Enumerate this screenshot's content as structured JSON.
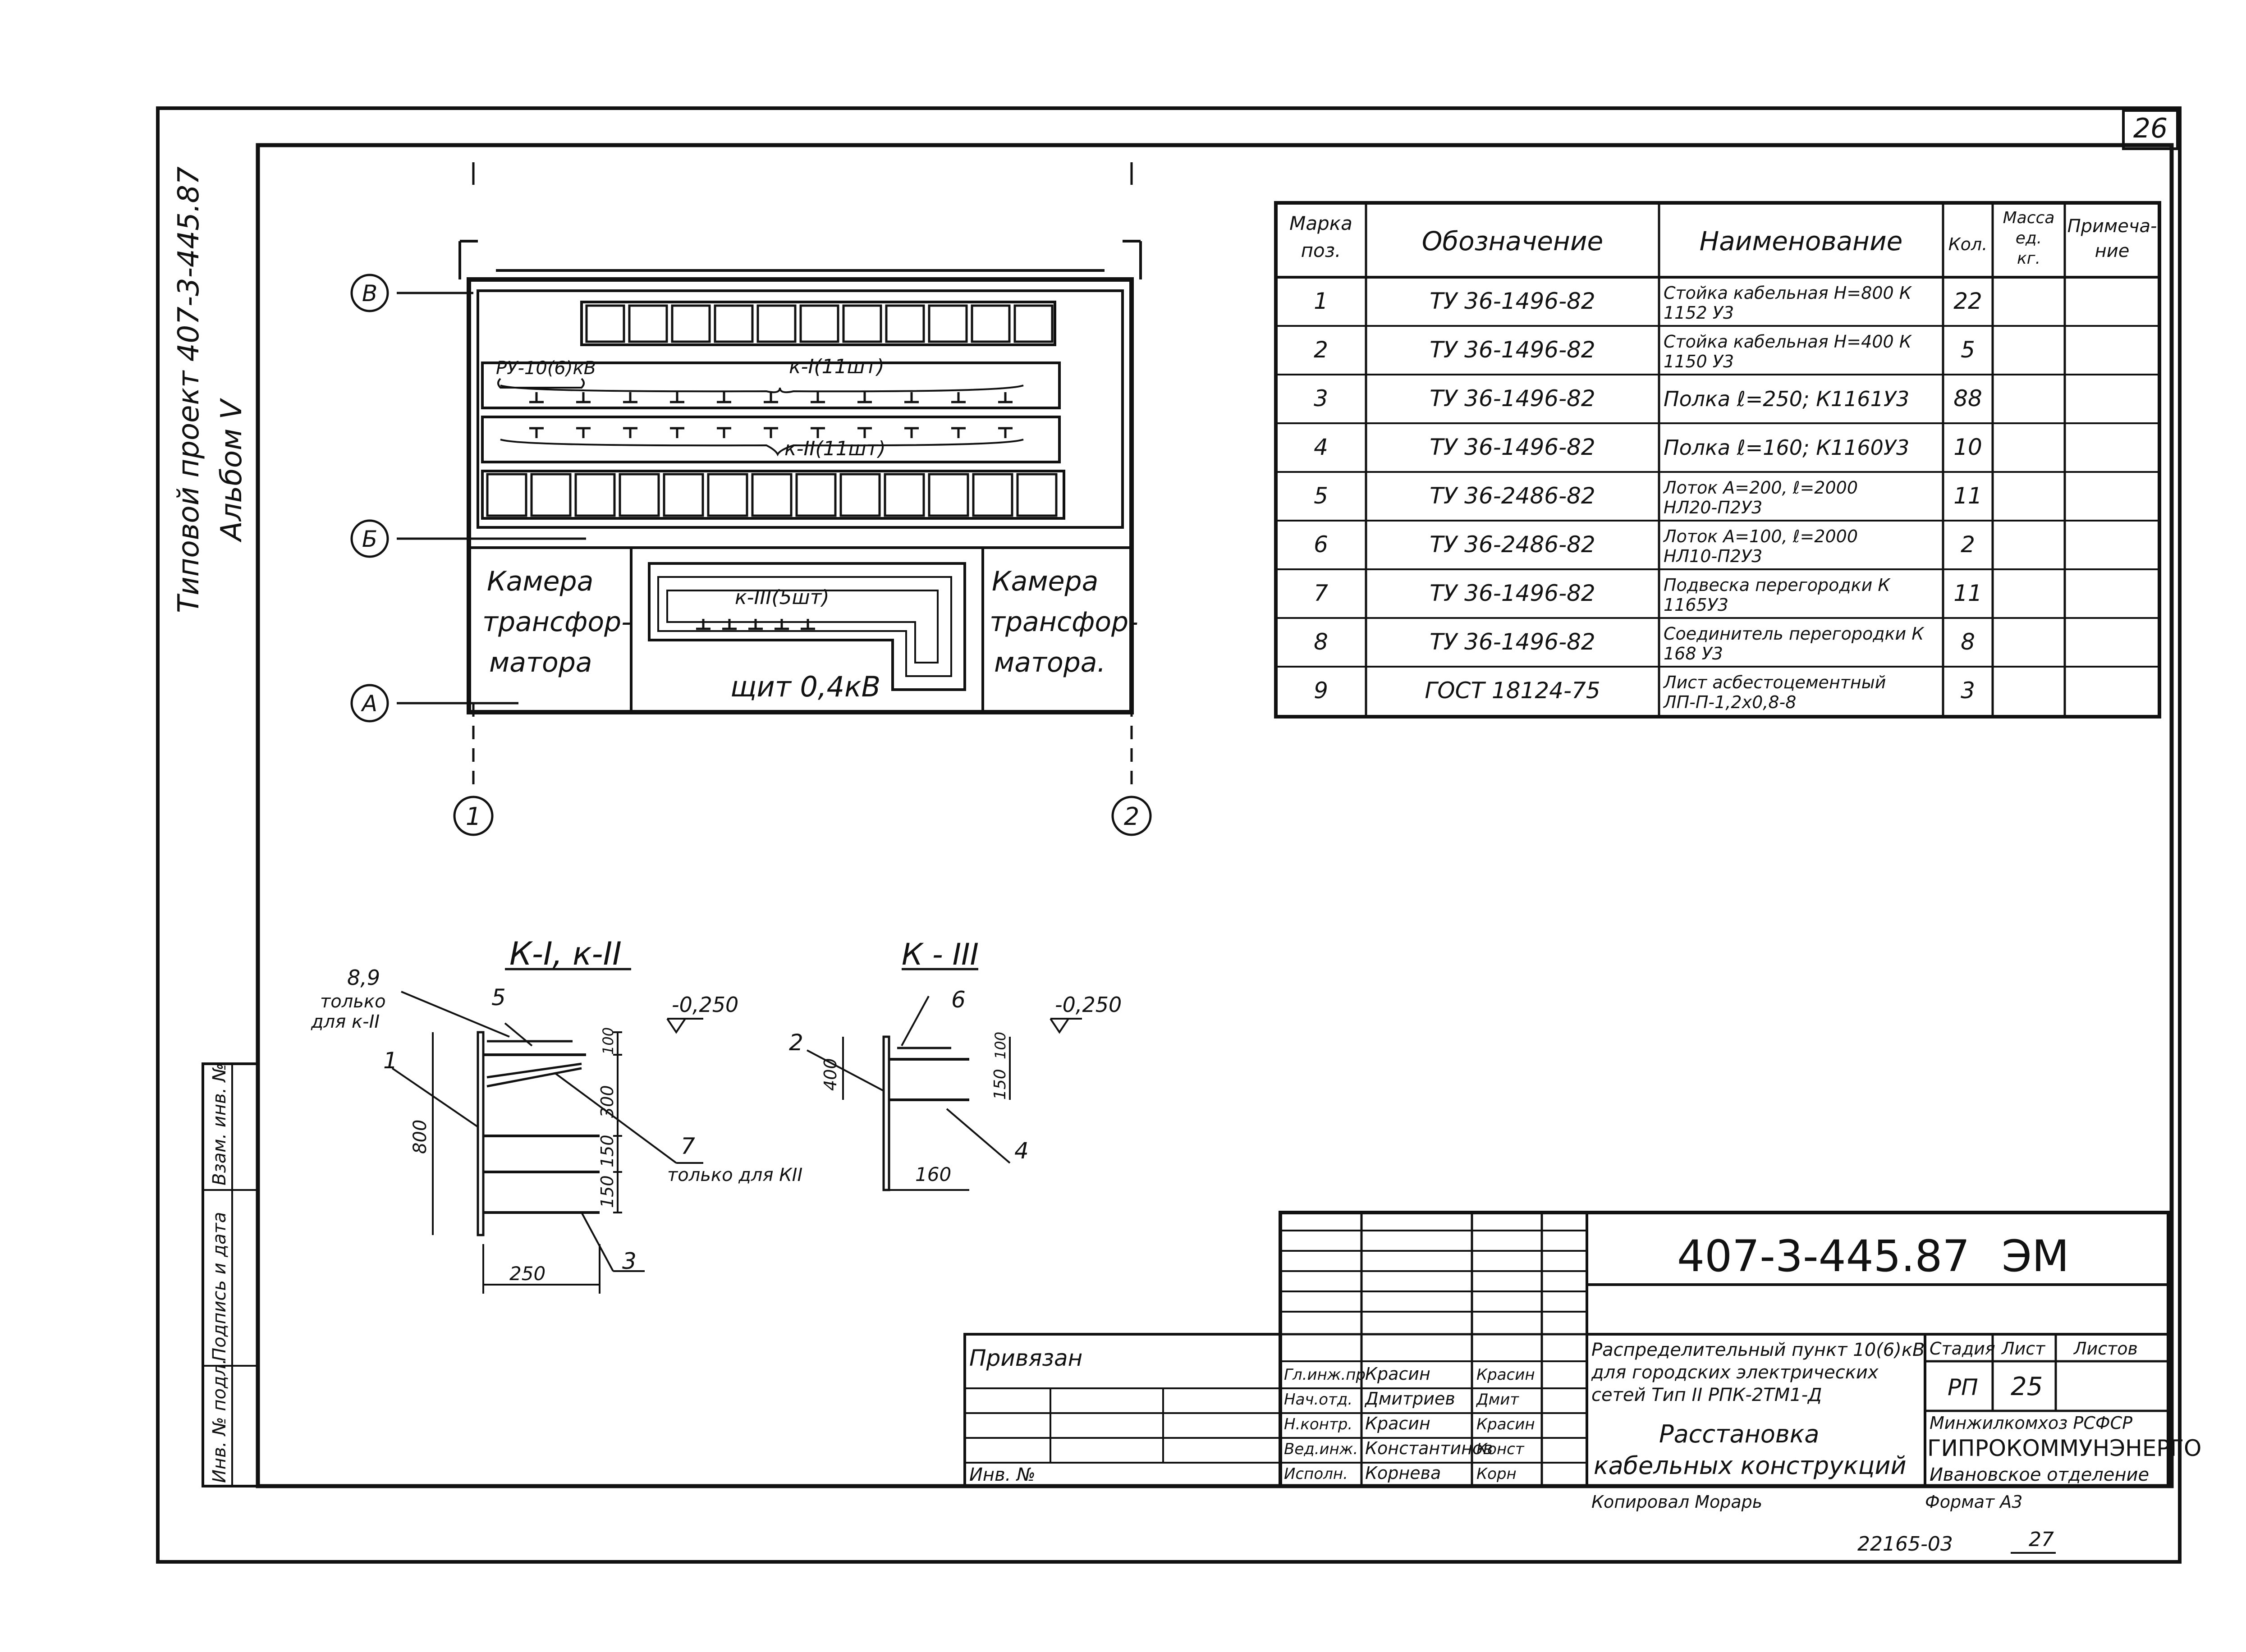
{
  "sheet_number": "26",
  "side_stamp": {
    "project_line": "Типовой проект 407-3-445.87",
    "album_line": "Альбом V"
  },
  "plan": {
    "axes": {
      "row_c": "В",
      "row_b": "Б",
      "row_a": "А",
      "col_1": "1",
      "col_2": "2"
    },
    "ru_label": "РУ-10(6)кВ",
    "k1_label": "к-I(11шт)",
    "k2_label": "к-II(11шт)",
    "k3_label": "к-III(5шт)",
    "room_left": [
      "Камера",
      "трансфор-",
      "матора"
    ],
    "room_right": [
      "Камера",
      "трансфор-",
      "матора."
    ],
    "panel_label": "щит 0,4кВ"
  },
  "spec_table": {
    "headers": [
      "Марка поз.",
      "Обозначение",
      "Наименование",
      "Кол.",
      "Масса ед. кг.",
      "Примеча-ние"
    ],
    "rows": [
      [
        "1",
        "ТУ 36-1496-82",
        "Стойка кабельная Н=800 К 1152 У3",
        "22",
        "",
        ""
      ],
      [
        "2",
        "ТУ 36-1496-82",
        "Стойка кабельная Н=400 К 1150 У3",
        "5",
        "",
        ""
      ],
      [
        "3",
        "ТУ 36-1496-82",
        "Полка ℓ=250; К1161У3",
        "88",
        "",
        ""
      ],
      [
        "4",
        "ТУ 36-1496-82",
        "Полка ℓ=160; К1160У3",
        "10",
        "",
        ""
      ],
      [
        "5",
        "ТУ 36-2486-82",
        "Лоток А=200, ℓ=2000 НЛ20-П2У3",
        "11",
        "",
        ""
      ],
      [
        "6",
        "ТУ 36-2486-82",
        "Лоток А=100, ℓ=2000 НЛ10-П2У3",
        "2",
        "",
        ""
      ],
      [
        "7",
        "ТУ 36-1496-82",
        "Подвеска перегородки К 1165У3",
        "11",
        "",
        ""
      ],
      [
        "8",
        "ТУ 36-1496-82",
        "Соединитель перегородки К 168 У3",
        "8",
        "",
        ""
      ],
      [
        "9",
        "ГОСТ 18124-75",
        "Лист асбестоцементный ЛП-П-1,2х0,8-8",
        "3",
        "",
        ""
      ]
    ]
  },
  "detail_k1k2": {
    "title": "К-I, к-II",
    "mark_89": "8,9",
    "only_k2_a": "только",
    "only_k2_b": "для к-II",
    "callout_5": "5",
    "callout_1": "1",
    "callout_7": "7",
    "only_k2_c": "только для КII",
    "callout_3": "3",
    "level": "-0,250",
    "dim_800": "800",
    "dim_100": "100",
    "dim_300": "300",
    "dim_150a": "150",
    "dim_150b": "150",
    "dim_250": "250"
  },
  "detail_k3": {
    "title": "К - III",
    "callout_6": "6",
    "callout_2": "2",
    "callout_4": "4",
    "level": "-0,250",
    "dim_400": "400",
    "dim_100": "100",
    "dim_150": "150",
    "dim_160": "160"
  },
  "left_strip": [
    "Инв. № подл.",
    "Подпись и дата",
    "Взам. инв. №"
  ],
  "title_block": {
    "doc_code": "407-3-445.87",
    "mark": "ЭМ",
    "bound_label": "Привязан",
    "inv_label": "Инв. №",
    "staff": [
      {
        "role": "Гл.инж.пр",
        "name": "Красин",
        "sign": "Красин"
      },
      {
        "role": "Нач.отд.",
        "name": "Дмитриев",
        "sign": "Дмит"
      },
      {
        "role": "Н.контр.",
        "name": "Красин",
        "sign": "Красин"
      },
      {
        "role": "Вед.инж.",
        "name": "Константинов",
        "sign": "Конст"
      },
      {
        "role": "Исполн.",
        "name": "Корнева",
        "sign": "Корн"
      }
    ],
    "object_title": [
      "Распределительный пункт 10(6)кВ",
      "для городских электрических",
      "сетей   Тип II РПК-2ТМ1-Д"
    ],
    "sheet_title": [
      "Расстановка",
      "кабельных  конструкций"
    ],
    "stage_h": "Стадия",
    "sheet_h": "Лист",
    "sheets_h": "Листов",
    "stage": "РП",
    "sheet": "25",
    "sheets": "",
    "org_top": "Минжилкомхоз   РСФСР",
    "org_mid": "ГИПРОКОММУНЭНЕРГО",
    "org_bot": "Ивановское отделение",
    "copied": "Копировал  Морарь",
    "format": "Формат А3",
    "order_no": "22165-03",
    "page_no": "27"
  }
}
